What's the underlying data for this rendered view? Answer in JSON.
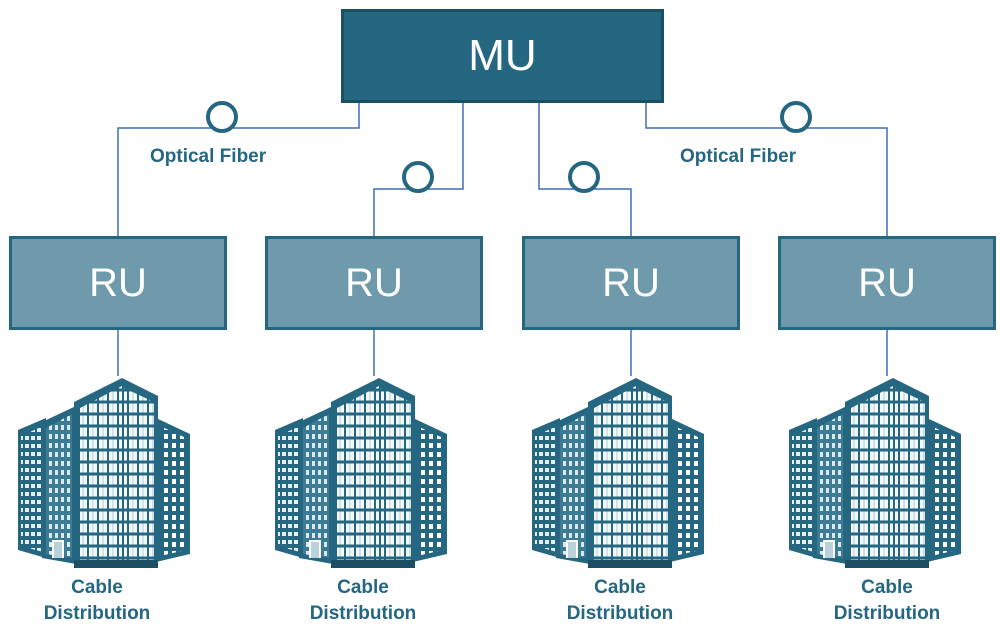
{
  "diagram": {
    "main_unit": {
      "label": "MU"
    },
    "remote_units": [
      {
        "label": "RU"
      },
      {
        "label": "RU"
      },
      {
        "label": "RU"
      },
      {
        "label": "RU"
      }
    ],
    "fiber_labels": [
      "Optical Fiber",
      "Optical Fiber"
    ],
    "buildings": [
      {
        "line1": "Cable",
        "line2": "Distribution",
        "icon": "office-building-icon"
      },
      {
        "line1": "Cable",
        "line2": "Distribution",
        "icon": "office-building-icon"
      },
      {
        "line1": "Cable",
        "line2": "Distribution",
        "icon": "office-building-icon"
      },
      {
        "line1": "Cable",
        "line2": "Distribution",
        "icon": "office-building-icon"
      }
    ],
    "colors": {
      "mu_fill": "#256680",
      "ru_fill": "#6f9aab",
      "line": "#3f6fb0",
      "accent": "#256680"
    }
  }
}
